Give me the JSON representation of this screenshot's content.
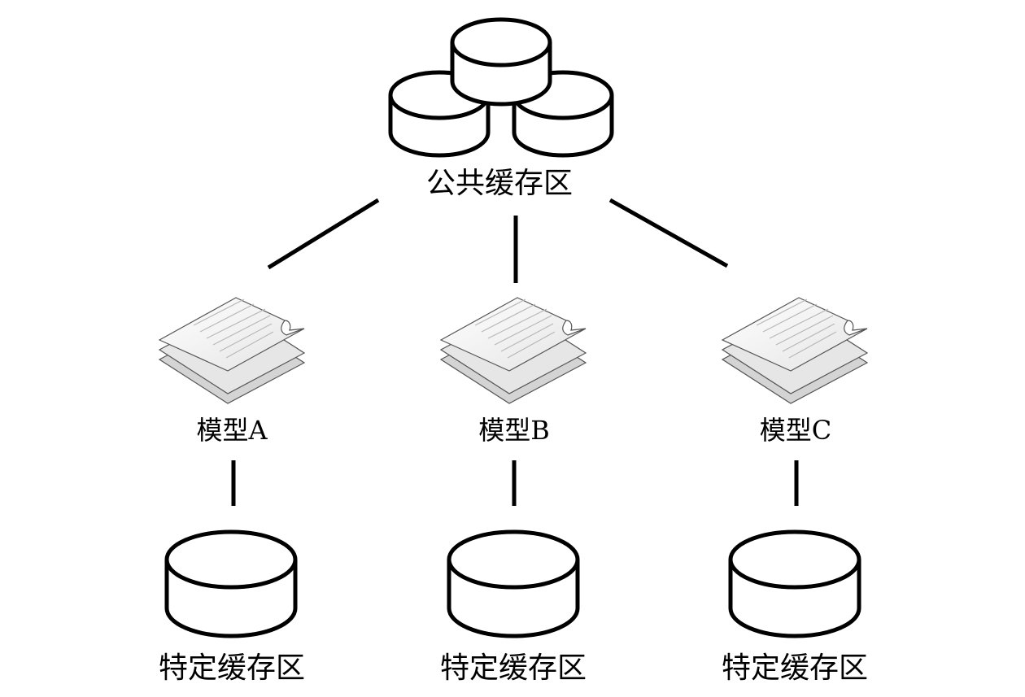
{
  "diagram": {
    "root": {
      "label": "公共缓存区",
      "icon": "database-cluster-icon"
    },
    "models": [
      {
        "label": "模型A",
        "icon": "document-stack-icon",
        "store_label": "特定缓存区",
        "store_icon": "database-icon"
      },
      {
        "label": "模型B",
        "icon": "document-stack-icon",
        "store_label": "特定缓存区",
        "store_icon": "database-icon"
      },
      {
        "label": "模型C",
        "icon": "document-stack-icon",
        "store_label": "特定缓存区",
        "store_icon": "database-icon"
      }
    ]
  }
}
